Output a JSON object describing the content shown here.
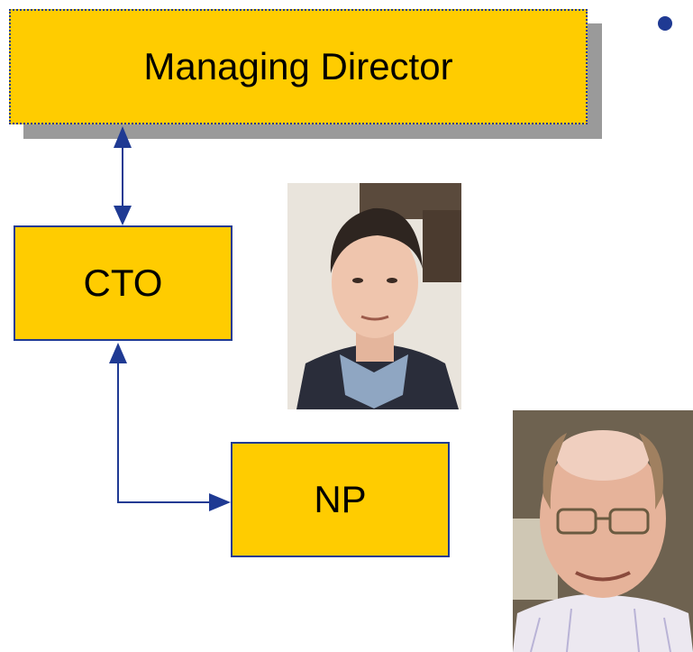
{
  "org_chart": {
    "managing_director": {
      "label": "Managing Director"
    },
    "cto": {
      "label": "CTO"
    },
    "np": {
      "label": "NP"
    }
  },
  "colors": {
    "box_fill": "#ffcc00",
    "box_border": "#1f3a93",
    "connector": "#1f3a93",
    "shadow": "#9a9a9a",
    "bullet": "#1f3a93"
  },
  "photos": [
    {
      "icon": "portrait-photo-man-dark-hair"
    },
    {
      "icon": "portrait-photo-man-glasses"
    }
  ]
}
